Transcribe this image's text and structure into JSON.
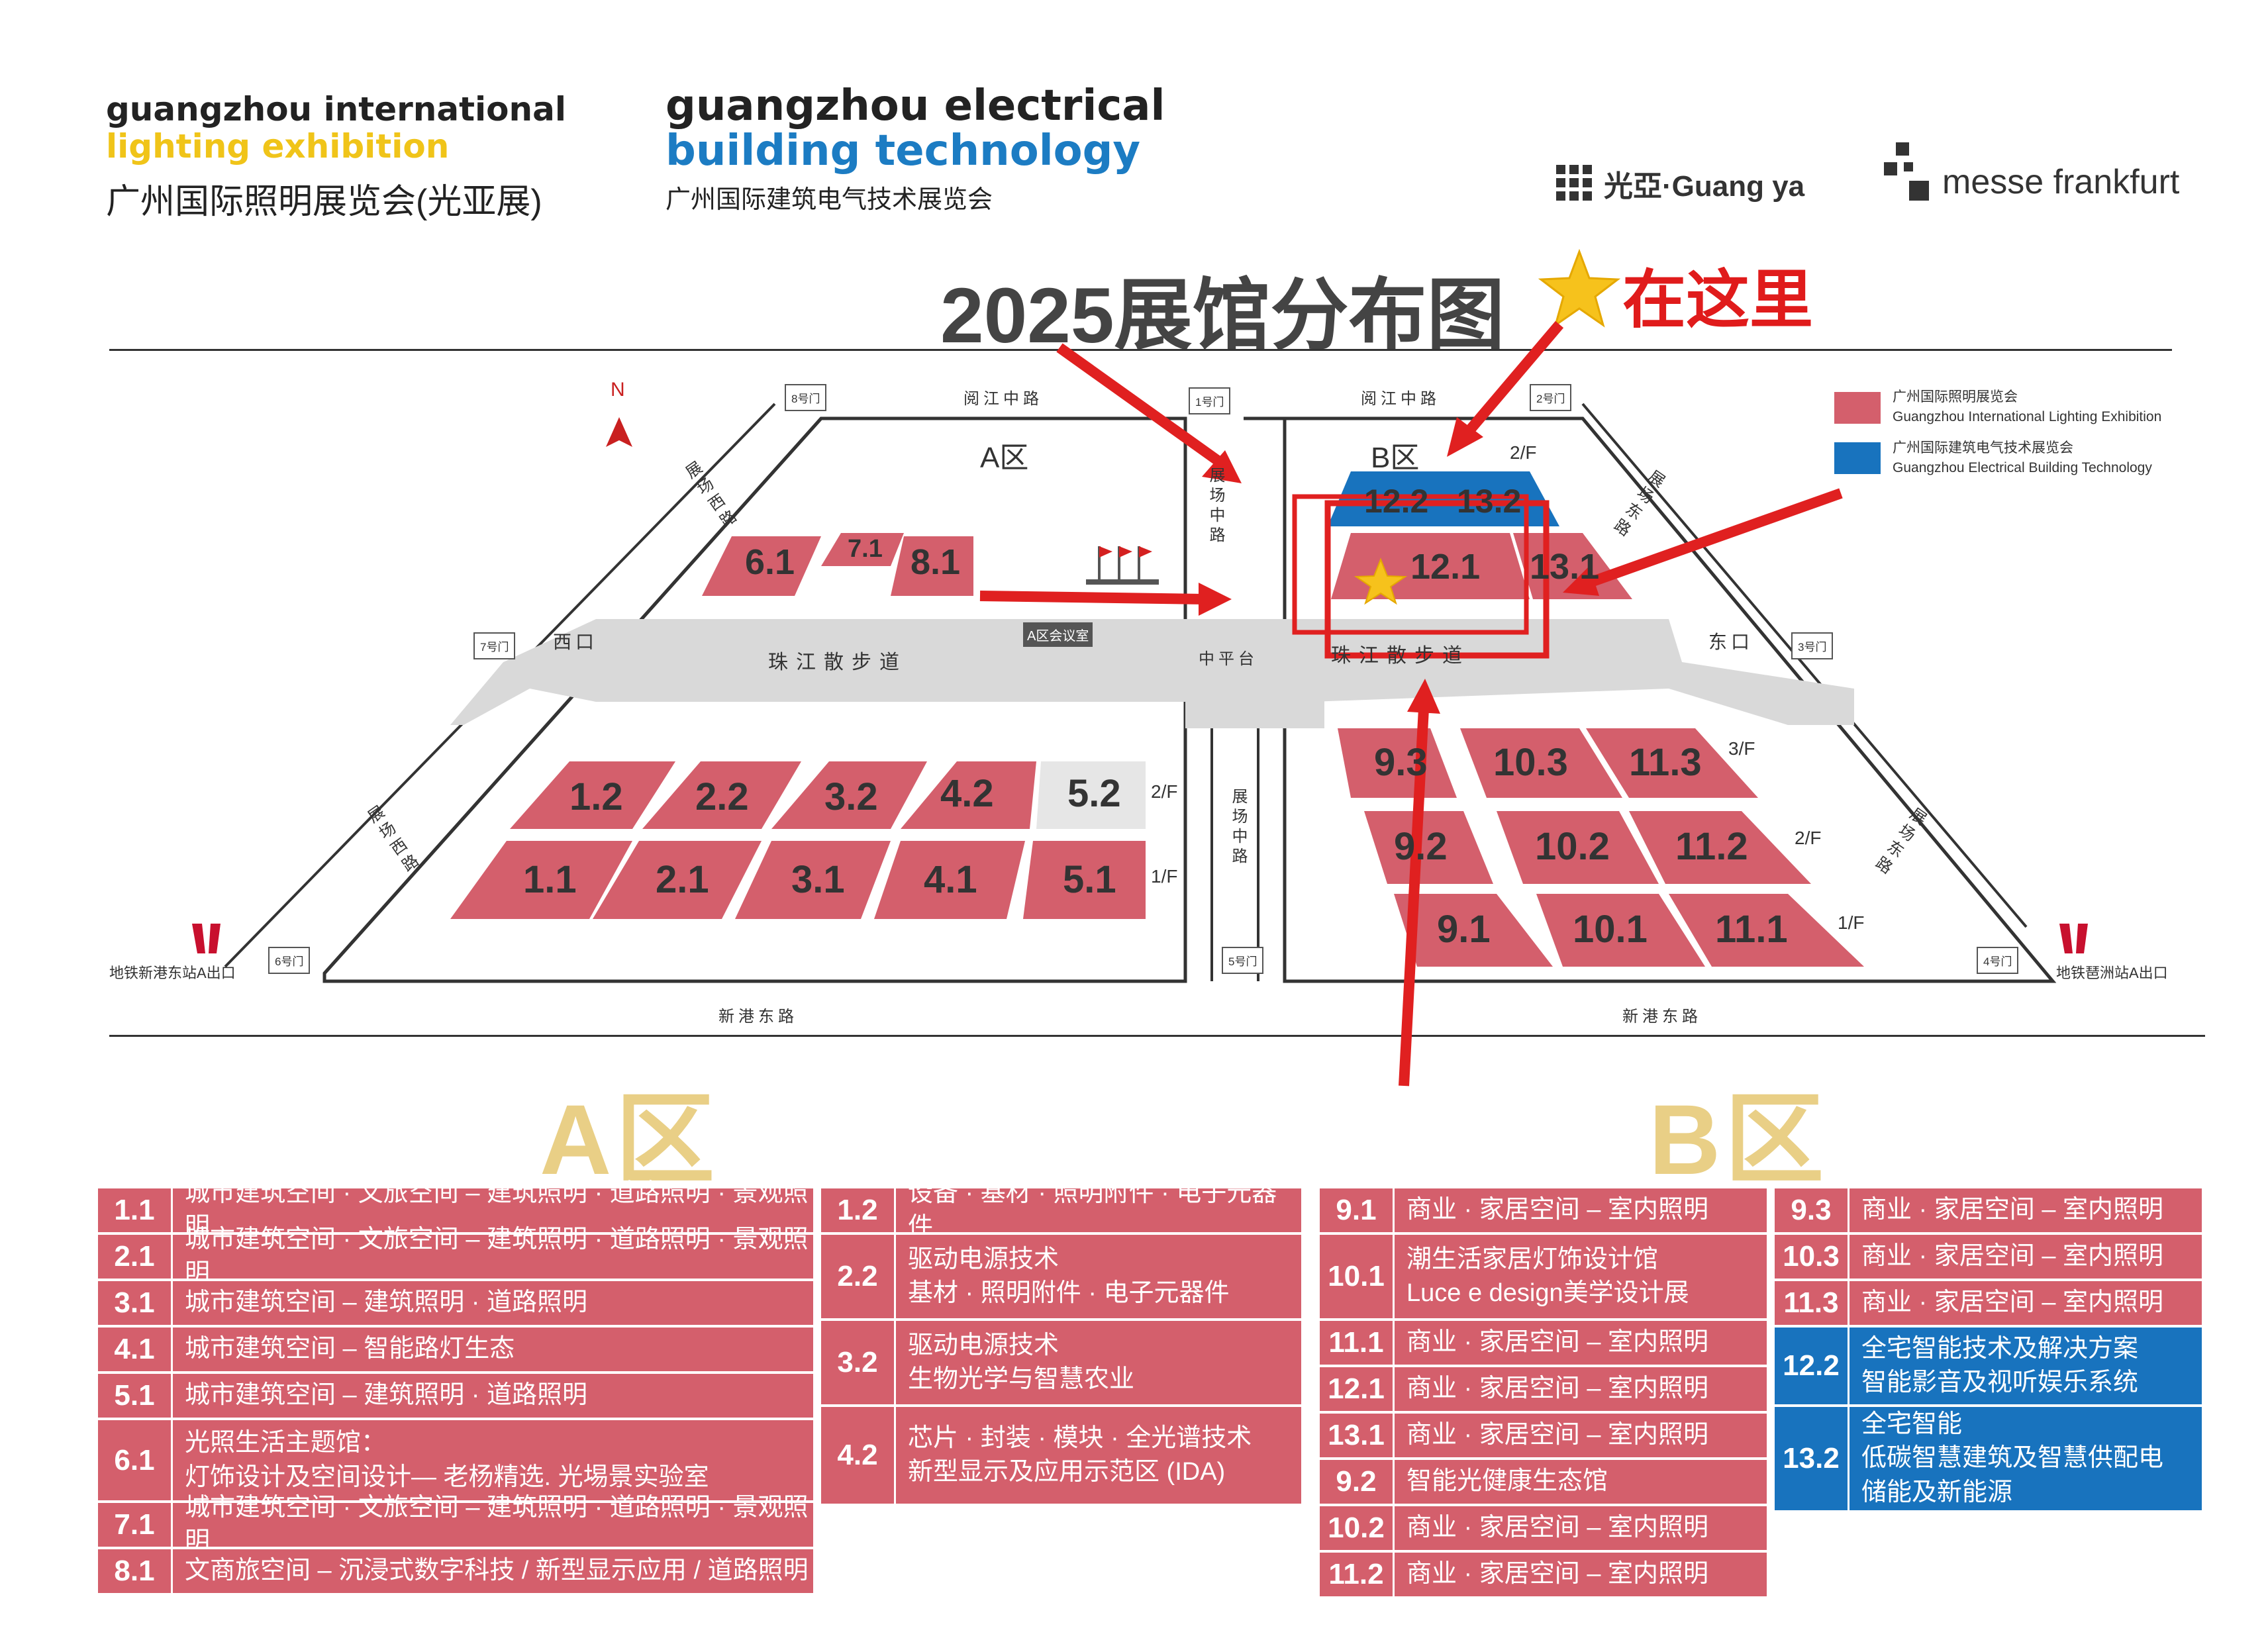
{
  "header": {
    "left_logo": {
      "line1": "guangzhou international",
      "line2": "lighting exhibition",
      "line3": "广州国际照明展览会(光亚展)"
    },
    "mid_logo": {
      "line1": "guangzhou electrical",
      "line2": "building technology",
      "line3": "广州国际建筑电气技术展览会"
    },
    "guangya_logo": "光亞·Guang ya",
    "messe_logo": "messe frankfurt",
    "title": "2025展馆分布图",
    "here_label": "在这里"
  },
  "legend": {
    "lighting_cn": "广州国际照明展览会",
    "lighting_en": "Guangzhou International Lighting Exhibition",
    "building_cn": "广州国际建筑电气技术展览会",
    "building_en": "Guangzhou Electrical Building Technology"
  },
  "map": {
    "north": "N",
    "zone_a": "A区",
    "zone_b": "B区",
    "roads": {
      "top_a": "阅江中路",
      "top_b": "阅江中路",
      "bottom_a": "新港东路",
      "bottom_b": "新港东路",
      "west_upper": "展场西路",
      "west_lower": "展场西路",
      "east_upper": "展场东路",
      "east_lower": "展场东路",
      "mid_upper": "展场中路",
      "mid_lower": "展场中路",
      "promenade_a": "珠江散步道",
      "promenade_b": "珠江散步道",
      "center_platform": "中平台",
      "west_gate": "西口",
      "east_gate": "东口",
      "a_meeting": "A区会议室"
    },
    "gates": {
      "g1": "1号门",
      "g2": "2号门",
      "g3": "3号门",
      "g4": "4号门",
      "g5": "5号门",
      "g6": "6号门",
      "g7": "7号门",
      "g8": "8号门"
    },
    "metro_left": "地铁新港东站A出口",
    "metro_right": "地铁琶洲站A出口",
    "floors": {
      "f2_a": "2/F",
      "f1_a": "1/F",
      "f3_b": "3/F",
      "f2_b": "2/F",
      "f1_b": "1/F",
      "f2_b_top": "2/F"
    },
    "halls": {
      "h61": "6.1",
      "h71": "7.1",
      "h81": "8.1",
      "h12": "1.2",
      "h22": "2.2",
      "h32": "3.2",
      "h42": "4.2",
      "h52": "5.2",
      "h11": "1.1",
      "h21": "2.1",
      "h31": "3.1",
      "h41": "4.1",
      "h51": "5.1",
      "h122": "12.2",
      "h132": "13.2",
      "h121": "12.1",
      "h131": "13.1",
      "h93": "9.3",
      "h103": "10.3",
      "h113": "11.3",
      "h92": "9.2",
      "h102": "10.2",
      "h112": "11.2",
      "h91": "9.1",
      "h101": "10.1",
      "h111": "11.1"
    },
    "colors": {
      "lighting": "#d45f6c",
      "building": "#1873be",
      "arrow": "#e02020",
      "zone_title": "#e9cf86"
    }
  },
  "zone_titles": {
    "a": "A区",
    "b": "B区"
  },
  "tables": {
    "a_left": [
      {
        "hall": "1.1",
        "lines": [
          "城市建筑空间 · 文旅空间 – 建筑照明 · 道路照明 · 景观照明"
        ]
      },
      {
        "hall": "2.1",
        "lines": [
          "城市建筑空间 · 文旅空间 – 建筑照明 · 道路照明 · 景观照明"
        ]
      },
      {
        "hall": "3.1",
        "lines": [
          "城市建筑空间 – 建筑照明 · 道路照明"
        ]
      },
      {
        "hall": "4.1",
        "lines": [
          "城市建筑空间 – 智能路灯生态"
        ]
      },
      {
        "hall": "5.1",
        "lines": [
          "城市建筑空间 – 建筑照明 · 道路照明"
        ]
      },
      {
        "hall": "6.1",
        "lines": [
          "光照生活主题馆：",
          "灯饰设计及空间设计— 老杨精选. 光埸景实验室"
        ]
      },
      {
        "hall": "7.1",
        "lines": [
          "城市建筑空间 · 文旅空间 – 建筑照明 · 道路照明 · 景观照明"
        ]
      },
      {
        "hall": "8.1",
        "lines": [
          "文商旅空间 – 沉浸式数字科技 / 新型显示应用 / 道路照明"
        ]
      }
    ],
    "a_right": [
      {
        "hall": "1.2",
        "lines": [
          "设备 · 基材 · 照明附件 · 电子元器件"
        ]
      },
      {
        "hall": "2.2",
        "lines": [
          "驱动电源技术",
          "基材 · 照明附件 · 电子元器件"
        ]
      },
      {
        "hall": "3.2",
        "lines": [
          "驱动电源技术",
          "生物光学与智慧农业"
        ]
      },
      {
        "hall": "4.2",
        "lines": [
          "芯片 · 封装 · 模块 · 全光谱技术",
          "新型显示及应用示范区 (IDA)"
        ]
      }
    ],
    "b_left": [
      {
        "hall": "9.1",
        "lines": [
          "商业 · 家居空间 – 室内照明"
        ]
      },
      {
        "hall": "10.1",
        "lines": [
          "潮生活家居灯饰设计馆",
          "Luce e design美学设计展"
        ]
      },
      {
        "hall": "11.1",
        "lines": [
          "商业 · 家居空间 – 室内照明"
        ]
      },
      {
        "hall": "12.1",
        "lines": [
          "商业 · 家居空间 – 室内照明"
        ]
      },
      {
        "hall": "13.1",
        "lines": [
          "商业 · 家居空间 – 室内照明"
        ]
      },
      {
        "hall": "9.2",
        "lines": [
          "智能光健康生态馆"
        ]
      },
      {
        "hall": "10.2",
        "lines": [
          "商业 · 家居空间 – 室内照明"
        ]
      },
      {
        "hall": "11.2",
        "lines": [
          "商业 · 家居空间 – 室内照明"
        ]
      }
    ],
    "b_right": [
      {
        "hall": "9.3",
        "lines": [
          "商业 · 家居空间 – 室内照明"
        ]
      },
      {
        "hall": "10.3",
        "lines": [
          "商业 · 家居空间 – 室内照明"
        ]
      },
      {
        "hall": "11.3",
        "lines": [
          "商业 · 家居空间 – 室内照明"
        ]
      },
      {
        "hall": "12.2",
        "lines": [
          "全宅智能技术及解决方案",
          "智能影音及视听娱乐系统"
        ]
      },
      {
        "hall": "13.2",
        "lines": [
          "全宅智能",
          "低碳智慧建筑及智慧供配电",
          "储能及新能源"
        ]
      }
    ]
  }
}
